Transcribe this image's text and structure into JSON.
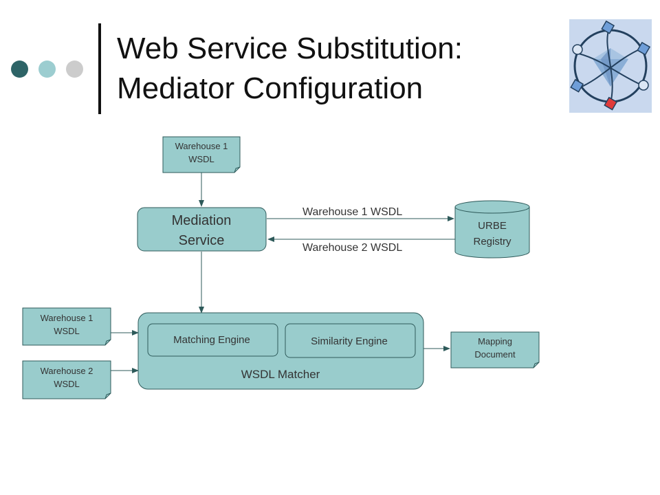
{
  "slide": {
    "title_line1": "Web Service Substitution:",
    "title_line2": "Mediator Configuration",
    "dot_colors": [
      "#2e6467",
      "#9ccdd0",
      "#cccccc"
    ],
    "box_fill": "#99cccc",
    "box_stroke": "#2e5a5a"
  },
  "diagram": {
    "top_doc": {
      "line1": "Warehouse 1",
      "line2": "WSDL"
    },
    "mediation_service": {
      "line1": "Mediation",
      "line2": "Service"
    },
    "registry": {
      "line1": "URBE",
      "line2": "Registry"
    },
    "arrow_to_registry": "Warehouse 1 WSDL",
    "arrow_from_registry": "Warehouse 2 WSDL",
    "input_doc_1": {
      "line1": "Warehouse 1",
      "line2": "WSDL"
    },
    "input_doc_2": {
      "line1": "Warehouse 2",
      "line2": "WSDL"
    },
    "matching_engine": "Matching Engine",
    "similarity_engine": "Similarity Engine",
    "wsdl_matcher": "WSDL Matcher",
    "mapping_document": {
      "line1": "Mapping",
      "line2": "Document"
    }
  }
}
